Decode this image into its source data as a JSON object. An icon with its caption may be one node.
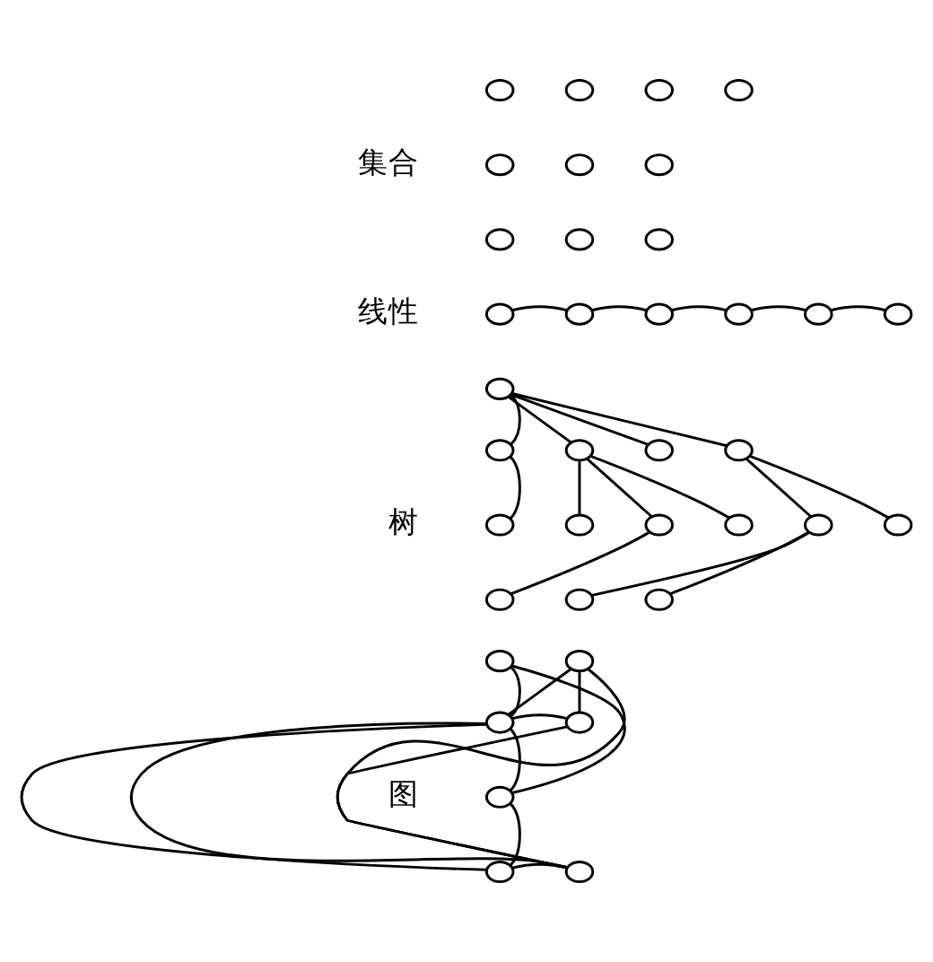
{
  "diagram": {
    "nodes": [
      {
        "text": [],
        "shape": "circle"
      },
      {
        "text": [],
        "shape": "circle"
      },
      {
        "text": [],
        "shape": "circle"
      },
      {
        "text": [],
        "shape": "circle"
      },
      {
        "text": [],
        "shape": "circle"
      },
      {
        "text": [],
        "shape": "circle"
      },
      {
        "text": [],
        "shape": "circle"
      },
      {
        "text": [],
        "shape": "circle"
      },
      {
        "text": [],
        "shape": "circle"
      },
      {
        "text": [],
        "shape": "circle"
      },
      {
        "text": [],
        "shape": "circle"
      },
      {
        "text": [],
        "shape": "circle"
      },
      {
        "text": [],
        "shape": "circle"
      },
      {
        "text": [],
        "shape": "circle"
      },
      {
        "text": [],
        "shape": "circle"
      },
      {
        "text": [],
        "shape": "circle"
      },
      {
        "text": [],
        "shape": "circle"
      },
      {
        "text": [],
        "shape": "circle"
      },
      {
        "text": [],
        "shape": "circle"
      },
      {
        "text": [],
        "shape": "circle"
      },
      {
        "text": [],
        "shape": "circle"
      },
      {
        "text": [],
        "shape": "circle"
      },
      {
        "text": [],
        "shape": "circle"
      },
      {
        "text": [],
        "shape": "circle"
      },
      {
        "text": [],
        "shape": "circle"
      },
      {
        "text": [],
        "shape": "circle"
      },
      {
        "text": [],
        "shape": "circle"
      },
      {
        "text": [],
        "shape": "circle"
      },
      {
        "text": [],
        "shape": "circle"
      },
      {
        "text": [],
        "shape": "circle"
      },
      {
        "text": [],
        "shape": "circle"
      },
      {
        "text": [],
        "shape": "circle"
      },
      {
        "text": [],
        "shape": "circle"
      },
      {
        "text": [],
        "shape": "circle"
      },
      {
        "text": [],
        "shape": "circle"
      },
      {
        "text": [],
        "shape": "circle"
      },
      {
        "text": [],
        "shape": "circle"
      }
    ],
    "edges": [
      {
        "from": 10,
        "to": 11,
        "arrow": "none"
      },
      {
        "from": 11,
        "to": 12,
        "arrow": "none"
      },
      {
        "from": 12,
        "to": 13,
        "arrow": "none"
      },
      {
        "from": 13,
        "to": 14,
        "arrow": "none"
      },
      {
        "from": 14,
        "to": 15,
        "arrow": "none"
      },
      {
        "from": 16,
        "to": 17,
        "arrow": "none"
      },
      {
        "from": 16,
        "to": 18,
        "arrow": "none"
      },
      {
        "from": 16,
        "to": 19,
        "arrow": "none"
      },
      {
        "from": 16,
        "to": 20,
        "arrow": "none"
      },
      {
        "from": 17,
        "to": 21,
        "arrow": "none"
      },
      {
        "from": 18,
        "to": 22,
        "arrow": "none"
      },
      {
        "from": 18,
        "to": 23,
        "arrow": "none"
      },
      {
        "from": 18,
        "to": 24,
        "arrow": "none"
      },
      {
        "from": 20,
        "to": 25,
        "arrow": "none"
      },
      {
        "from": 20,
        "to": 26,
        "arrow": "none"
      },
      {
        "from": 23,
        "to": 27,
        "arrow": "none"
      },
      {
        "from": 25,
        "to": 28,
        "arrow": "none"
      },
      {
        "from": 25,
        "to": 29,
        "arrow": "none"
      },
      {
        "from": 30,
        "to": 32,
        "arrow": "none"
      },
      {
        "from": 30,
        "to": 34,
        "arrow": "none"
      },
      {
        "from": 32,
        "to": 31,
        "arrow": "none"
      },
      {
        "from": 32,
        "to": 33,
        "arrow": "none"
      },
      {
        "from": 33,
        "to": 31,
        "arrow": "none"
      },
      {
        "from": 34,
        "to": 32,
        "arrow": "none"
      },
      {
        "from": 34,
        "to": 35,
        "arrow": "none"
      },
      {
        "from": 32,
        "to": 35,
        "arrow": "none"
      },
      {
        "from": 32,
        "to": 36,
        "arrow": "none"
      },
      {
        "from": 33,
        "to": 36,
        "arrow": "none"
      },
      {
        "from": 31,
        "to": 36,
        "arrow": "none"
      },
      {
        "from": 35,
        "to": 36,
        "arrow": "none"
      }
    ],
    "labels": [
      "集合",
      "线性",
      "树",
      "图"
    ]
  }
}
